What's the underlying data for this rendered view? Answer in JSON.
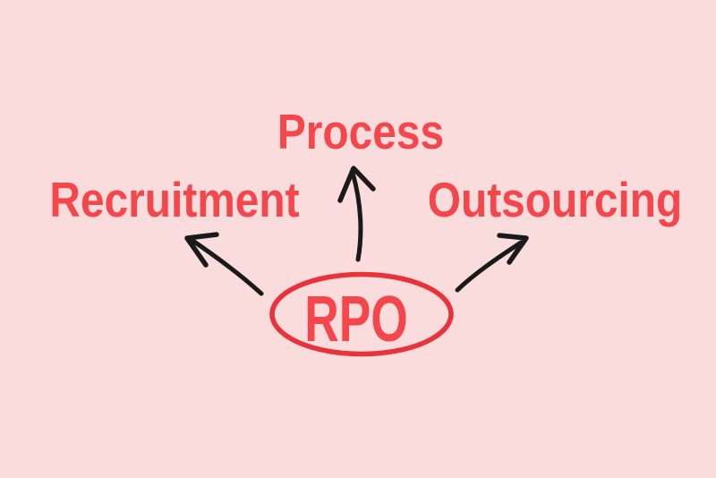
{
  "diagram": {
    "center_label": "RPO",
    "expansion": [
      {
        "id": "recruitment",
        "label": "Recruitment"
      },
      {
        "id": "process",
        "label": "Process"
      },
      {
        "id": "outsourcing",
        "label": "Outsourcing"
      }
    ]
  },
  "colors": {
    "background": "#FBDCDD",
    "text_red": "#F5464C",
    "ellipse_red": "#E8333A",
    "arrow_black": "#1A1A1A"
  }
}
